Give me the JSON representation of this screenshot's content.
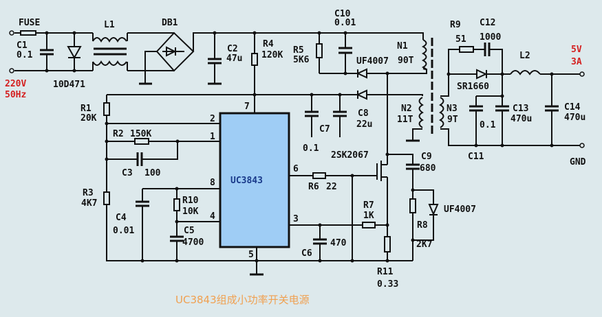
{
  "title": "UC3843组成小功率开关电源",
  "input": {
    "fuse": "FUSE",
    "voltage": "220V",
    "freq": "50Hz"
  },
  "components": {
    "C1": {
      "name": "C1",
      "value": "0.1"
    },
    "varistor": {
      "value": "10D471"
    },
    "L1": {
      "name": "L1"
    },
    "DB1": {
      "name": "DB1"
    },
    "C2": {
      "name": "C2",
      "value": "47u"
    },
    "R4": {
      "name": "R4",
      "value": "120K"
    },
    "R5": {
      "name": "R5",
      "value": "5K6"
    },
    "C10": {
      "name": "C10",
      "value": "0.01"
    },
    "D1": {
      "value": "UF4007"
    },
    "N1": {
      "name": "N1",
      "value": "90T"
    },
    "N2": {
      "name": "N2",
      "value": "11T"
    },
    "N3": {
      "name": "N3",
      "value": "9T"
    },
    "R9": {
      "name": "R9",
      "value": "51"
    },
    "C12": {
      "name": "C12",
      "value": "1000"
    },
    "L2": {
      "name": "L2"
    },
    "D3": {
      "value": "SR1660"
    },
    "C11": {
      "name": "C11",
      "value": "0.1"
    },
    "C13": {
      "name": "C13",
      "value": "470u"
    },
    "C14": {
      "name": "C14",
      "value": "470u"
    },
    "C7": {
      "name": "C7",
      "value": "0.1"
    },
    "C8": {
      "name": "C8",
      "value": "22u"
    },
    "R1": {
      "name": "R1",
      "value": "20K"
    },
    "R2": {
      "name": "R2",
      "value": "150K"
    },
    "C3": {
      "name": "C3",
      "value": "100"
    },
    "R3": {
      "name": "R3",
      "value": "4K7"
    },
    "C4": {
      "name": "C4",
      "value": "0.01"
    },
    "R10": {
      "name": "R10",
      "value": "10K"
    },
    "C5": {
      "name": "C5",
      "value": "4700"
    },
    "IC": {
      "name": "UC3843"
    },
    "R6": {
      "name": "R6",
      "value": "22"
    },
    "Q1": {
      "value": "2SK2067"
    },
    "C9": {
      "name": "C9",
      "value": "680"
    },
    "D4": {
      "value": "UF4007"
    },
    "R8": {
      "name": "R8",
      "value": "2K7"
    },
    "R7": {
      "name": "R7",
      "value": "1K"
    },
    "C6": {
      "name": "C6",
      "value": "470"
    },
    "R11": {
      "name": "R11",
      "value": "0.33"
    }
  },
  "pins": {
    "p7": "7",
    "p2": "2",
    "p1": "1",
    "p8": "8",
    "p4": "4",
    "p6": "6",
    "p3": "3",
    "p5": "5"
  },
  "output": {
    "voltage": "5V",
    "current": "3A",
    "gnd": "GND"
  }
}
